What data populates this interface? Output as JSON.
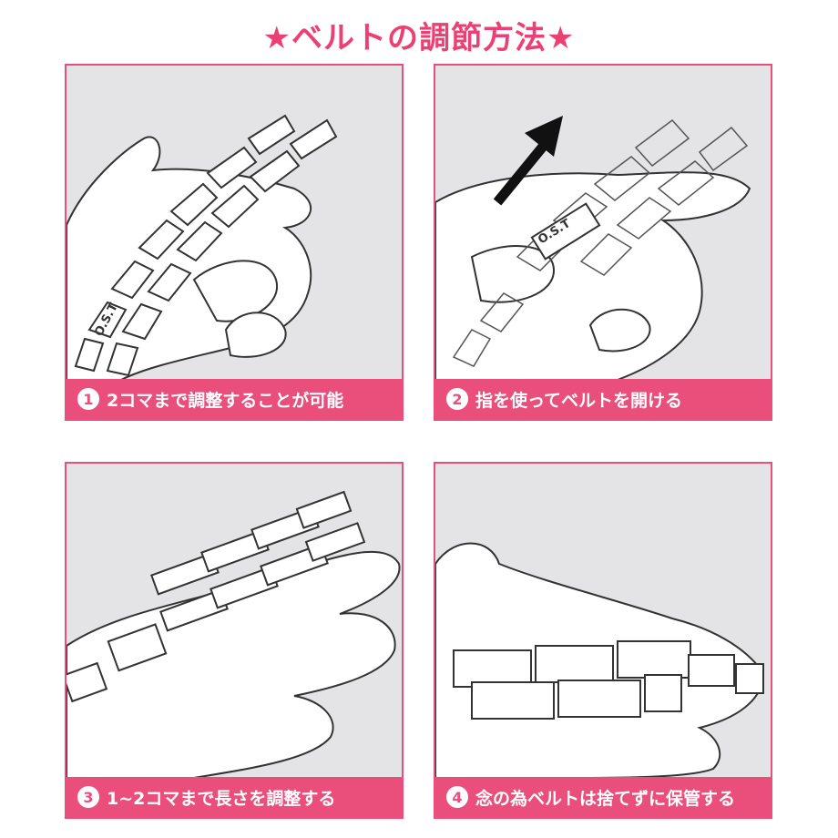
{
  "title": "★ベルトの調節方法★",
  "colors": {
    "accent": "#ea4f7c",
    "panel_bg": "#e4e3e6",
    "title": "#ec3f73"
  },
  "icons": {
    "arrow": "up-right-arrow-icon"
  },
  "steps": [
    {
      "number": "1",
      "caption": "2コマまで調整することが可能",
      "engraving": "O.S.T"
    },
    {
      "number": "2",
      "caption": "指を使ってベルトを開ける",
      "engraving": "O.S.T"
    },
    {
      "number": "3",
      "caption": "1~2コマまで長さを調整する"
    },
    {
      "number": "4",
      "caption": "念の為ベルトは捨てずに保管する"
    }
  ]
}
